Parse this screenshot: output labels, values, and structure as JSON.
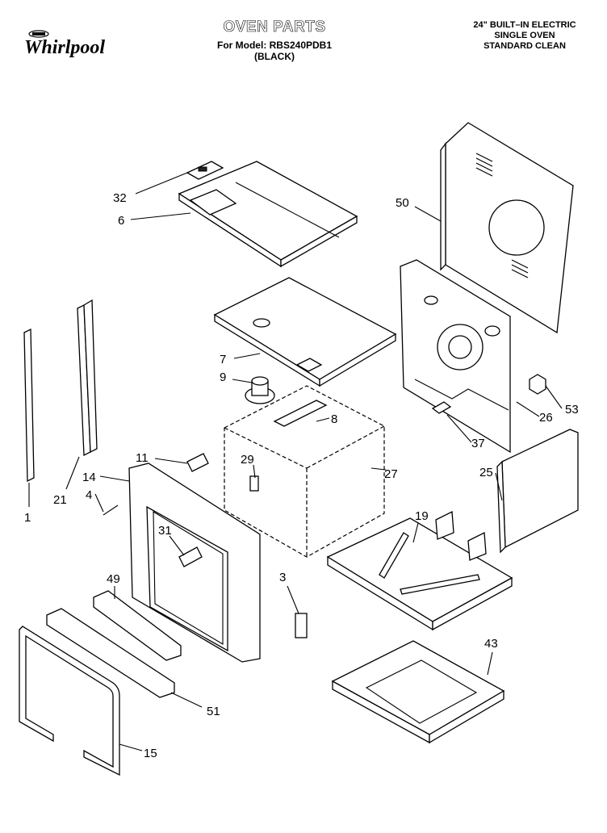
{
  "header": {
    "brand": "Whirlpool",
    "title": "OVEN PARTS",
    "model_line": "For Model: RBS240PDB1",
    "color_line": "(BLACK)",
    "description": [
      "24\" BUILT–IN ELECTRIC",
      "SINGLE OVEN",
      "STANDARD CLEAN"
    ]
  },
  "callouts": [
    "32",
    "6",
    "50",
    "7",
    "9",
    "8",
    "53",
    "26",
    "37",
    "11",
    "29",
    "27",
    "25",
    "14",
    "21",
    "4",
    "1",
    "19",
    "31",
    "49",
    "3",
    "43",
    "51",
    "15"
  ]
}
